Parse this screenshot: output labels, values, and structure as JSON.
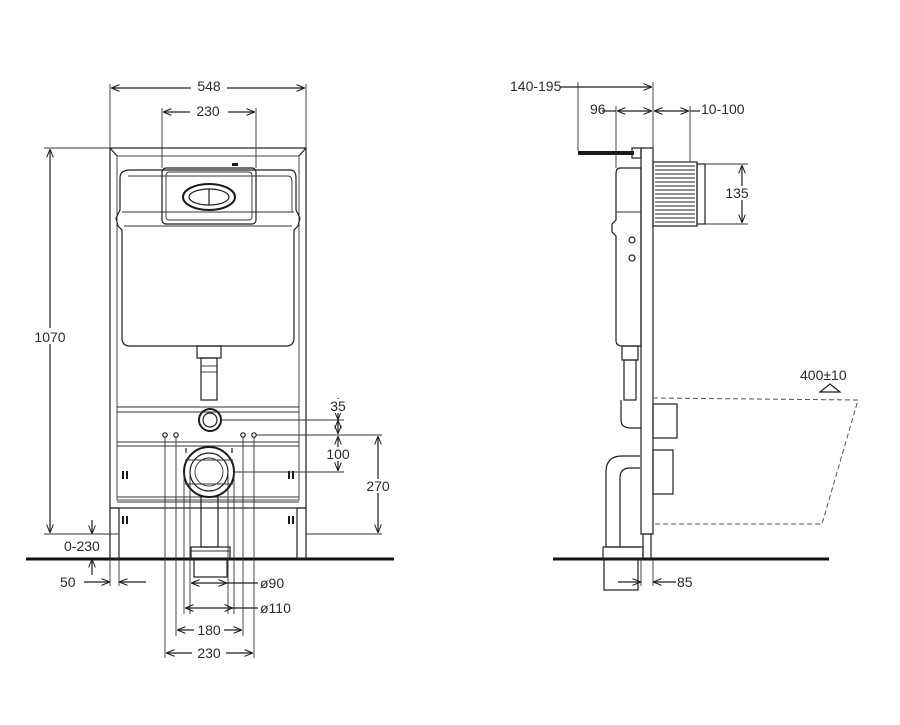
{
  "front_view": {
    "frame_width": "548",
    "button_width": "230",
    "frame_height": "1070",
    "adjust_range": "0-230",
    "leg_offset": "50",
    "inlet_offset": "35",
    "inlet_to_drain": "100",
    "drain_height": "270",
    "drain_diameter_inner": "ø90",
    "drain_diameter_outer": "ø110",
    "bolt_spacing_inner": "180",
    "bolt_spacing_outer": "230"
  },
  "side_view": {
    "depth_range": "140-195",
    "depth_cistern": "96",
    "wall_range": "10-100",
    "button_height": "135",
    "bowl_height": "400±10",
    "outlet_depth": "85"
  }
}
